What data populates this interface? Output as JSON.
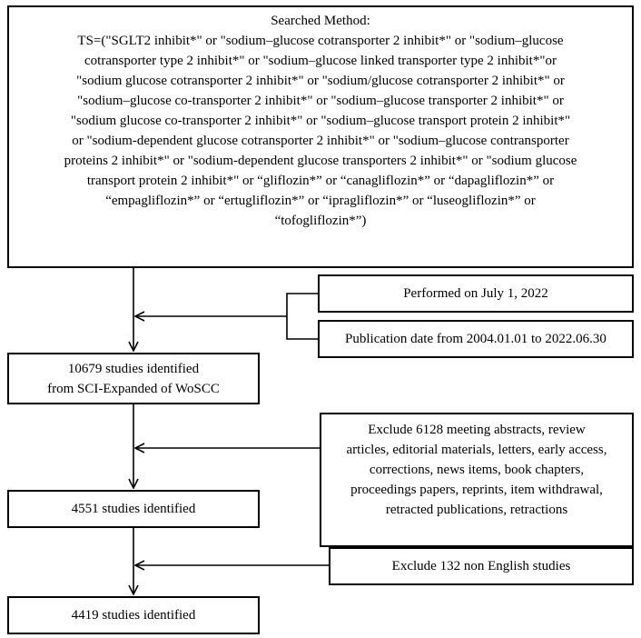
{
  "search_method": {
    "heading": "Searched Method:",
    "lines": [
      "TS=(\"SGLT2 inhibit*\" or \"sodium–glucose cotransporter 2 inhibit*\" or \"sodium–glucose",
      "cotransporter type 2 inhibit*\" or \"sodium–glucose linked transporter type 2 inhibit*\"or",
      "\"sodium glucose cotransporter 2 inhibit*\" or \"sodium/glucose cotransporter 2 inhibit*\" or",
      "\"sodium–glucose co-transporter 2 inhibit*\" or \"sodium–glucose transporter 2 inhibit*\" or",
      "\"sodium glucose co-transporter 2 inhibit*\" or \"sodium–glucose transport protein 2 inhibit*\"",
      "or \"sodium-dependent glucose cotransporter 2 inhibit*\" or \"sodium–glucose contransporter",
      "proteins 2 inhibit*\" or \"sodium-dependent glucose transporters 2 inhibit*\" or \"sodium glucose",
      "transport protein 2 inhibit*\" or “gliflozin*” or “canagliflozin*” or “dapagliflozin*” or",
      "“empagliflozin*” or “ertugliflozin*” or “ipragliflozin*” or “luseogliflozin*” or",
      "“tofogliflozin*”)"
    ]
  },
  "performed": "Performed on July 1, 2022",
  "publication_date": "Publication date from 2004.01.01 to 2022.06.30",
  "identified_10679": {
    "line1": "10679 studies identified",
    "line2": "from SCI-Expanded of WoSCC"
  },
  "exclude_6128": {
    "lines": [
      "Exclude 6128 meeting abstracts, review",
      "articles, editorial materials, letters, early access,",
      "corrections, news items, book chapters,",
      "proceedings papers, reprints, item withdrawal,",
      "retracted publications, retractions"
    ]
  },
  "identified_4551": "4551 studies identified",
  "exclude_132": "Exclude 132 non English studies",
  "identified_4419": "4419 studies identified"
}
